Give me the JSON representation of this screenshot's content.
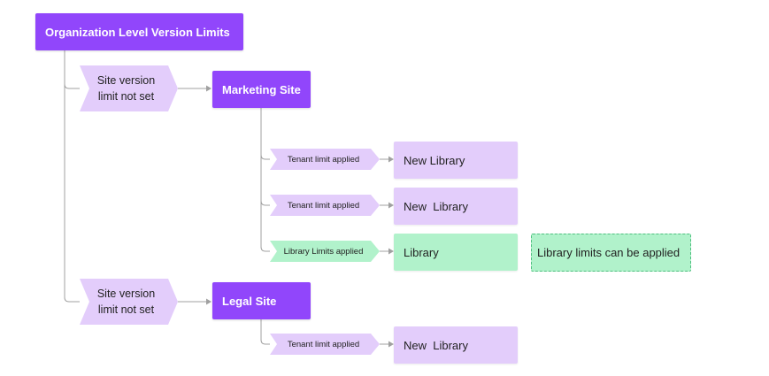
{
  "root": {
    "label": "Organization Level Version Limits"
  },
  "sites": [
    {
      "connector_label": "Site version limit not set",
      "label": "Marketing Site",
      "libraries": [
        {
          "connector_label": "Tenant limit applied",
          "label": "New Library",
          "style": "purple"
        },
        {
          "connector_label": "Tenant limit applied",
          "label": "New  Library",
          "style": "purple"
        },
        {
          "connector_label": "Library Limits applied",
          "label": "Library",
          "style": "green",
          "note": "Library limits can be applied"
        }
      ]
    },
    {
      "connector_label": "Site version limit not set",
      "label": "Legal Site",
      "libraries": [
        {
          "connector_label": "Tenant limit applied",
          "label": "New  Library",
          "style": "purple"
        }
      ]
    }
  ],
  "colors": {
    "accent_purple": "#9146fb",
    "light_purple": "#e3cdfb",
    "light_green": "#b1f2cb",
    "connector_gray": "#9a9a9a"
  }
}
